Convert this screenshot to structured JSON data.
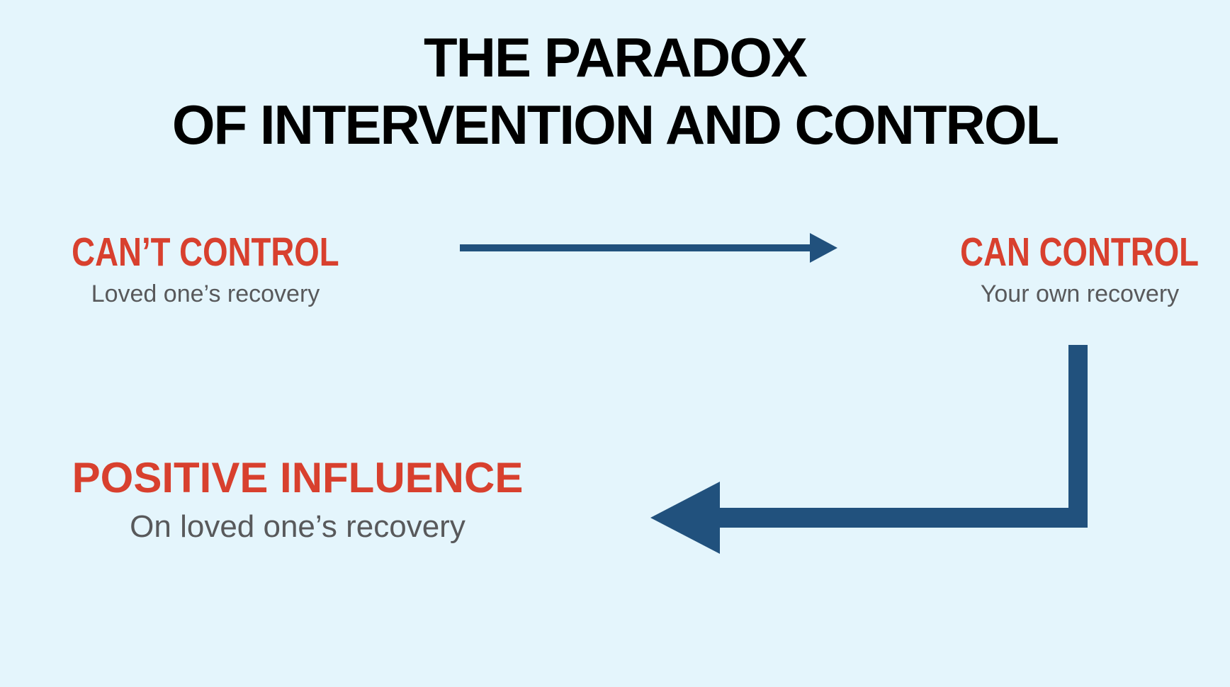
{
  "title": {
    "line1": "THE PARADOX",
    "line2": "OF INTERVENTION AND CONTROL"
  },
  "nodes": {
    "cant_control": {
      "heading": "CAN’T CONTROL",
      "subtext": "Loved one’s recovery"
    },
    "can_control": {
      "heading": "CAN CONTROL",
      "subtext": "Your own recovery"
    },
    "positive_influence": {
      "heading": "POSITIVE INFLUENCE",
      "subtext": "On loved one’s recovery"
    }
  },
  "icons": {
    "right_arrow": "arrow pointing right from CAN'T CONTROL to CAN CONTROL",
    "down_left_arrow": "L-shaped arrow pointing down then left from CAN CONTROL to POSITIVE INFLUENCE"
  },
  "colors": {
    "background": "#e4f5fc",
    "title": "#000000",
    "heading": "#d8402e",
    "subtext": "#58595b",
    "arrow": "#21517d"
  }
}
